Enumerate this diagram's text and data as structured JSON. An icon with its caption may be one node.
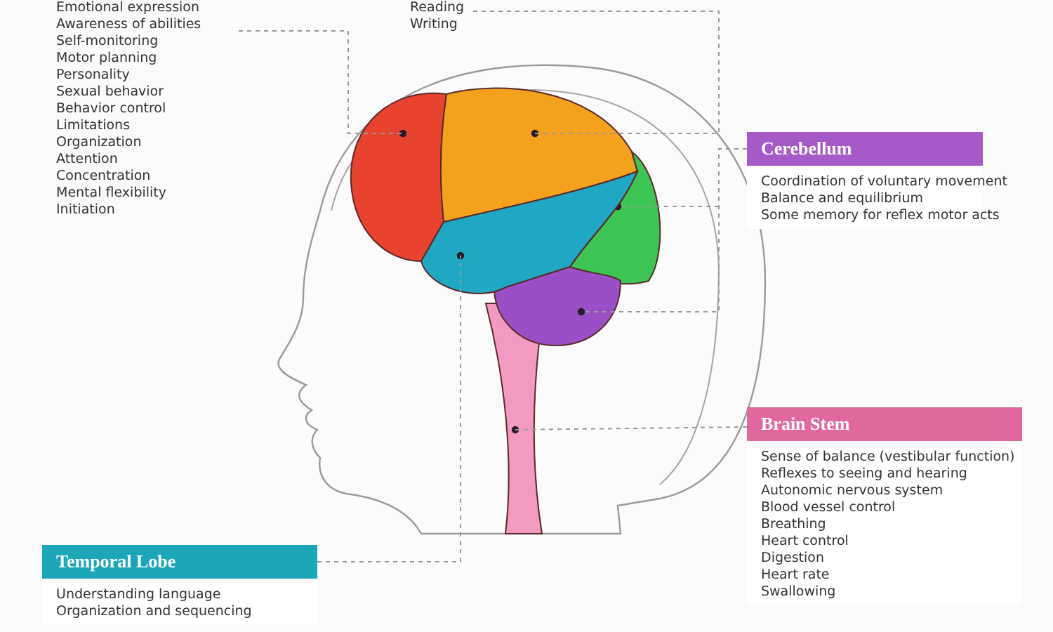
{
  "diagram": {
    "nodes": [
      {
        "text": [
          "Emotional expression",
          "Awareness of abilities",
          "Self-monitoring",
          "Motor planning",
          "Personality",
          "Sexual behavior",
          "Behavior control",
          "Limitations",
          "Organization",
          "Attention",
          "Concentration",
          "Mental flexibility",
          "Initiation"
        ]
      },
      {
        "text": [
          "Reading",
          "Writing"
        ]
      },
      {
        "text": [
          "Cerebellum",
          "Coordination of voluntary movement",
          "Balance and equilibrium",
          "Some memory for reflex motor acts"
        ]
      },
      {
        "text": [
          "Brain Stem",
          "Sense of balance (vestibular function)",
          "Reflexes to seeing and hearing",
          "Autonomic nervous system",
          "Blood vessel control",
          "Breathing",
          "Heart control",
          "Digestion",
          "Heart rate",
          "Swallowing"
        ]
      },
      {
        "text": [
          "Temporal Lobe",
          "Understanding language",
          "Organization and sequencing"
        ]
      },
      {
        "text": [],
        "shape": "picture"
      },
      {
        "text": [],
        "shape": "picture"
      },
      {
        "text": [],
        "shape": "picture"
      },
      {
        "text": [],
        "shape": "picture"
      },
      {
        "text": [],
        "shape": "picture"
      },
      {
        "text": [],
        "shape": "picture"
      }
    ],
    "edges": [
      {
        "from": 0,
        "to": 5,
        "arrow": "none"
      },
      {
        "from": 1,
        "to": 6,
        "arrow": "none"
      },
      {
        "from": 4,
        "to": 7,
        "arrow": "none"
      },
      {
        "from": null,
        "to": 8,
        "arrow": "none"
      },
      {
        "from": 2,
        "to": 9,
        "arrow": "none"
      },
      {
        "from": 3,
        "to": 10,
        "arrow": "none"
      }
    ]
  }
}
